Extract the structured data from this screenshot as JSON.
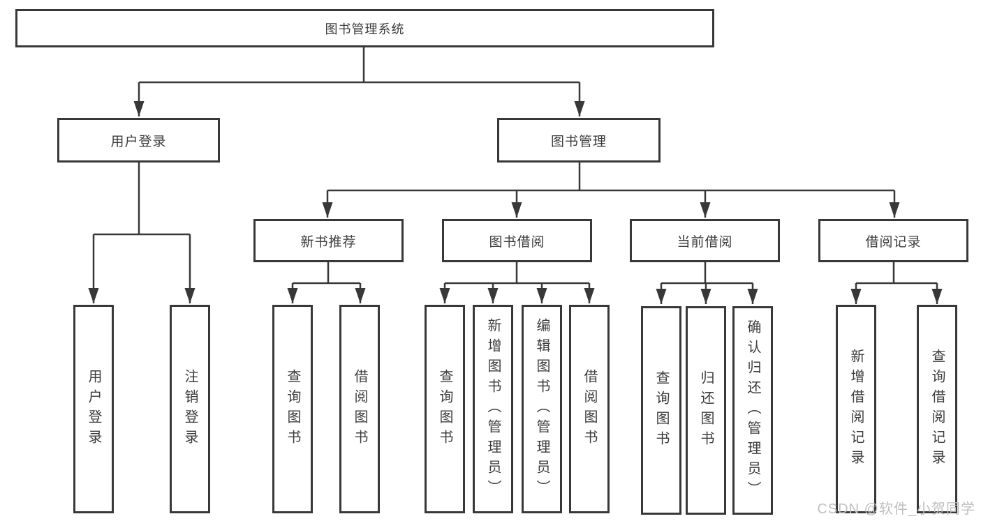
{
  "diagram": {
    "root": {
      "label": "图书管理系统"
    },
    "branches": [
      {
        "label": "用户登录",
        "children": [
          {
            "label": "用户登录"
          },
          {
            "label": "注销登录"
          }
        ]
      },
      {
        "label": "图书管理",
        "children": [
          {
            "label": "新书推荐",
            "children": [
              {
                "label": "查询图书"
              },
              {
                "label": "借阅图书"
              }
            ]
          },
          {
            "label": "图书借阅",
            "children": [
              {
                "label": "查询图书"
              },
              {
                "label": "新增图书（管理员）"
              },
              {
                "label": "编辑图书（管理员）"
              },
              {
                "label": "借阅图书"
              }
            ]
          },
          {
            "label": "当前借阅",
            "children": [
              {
                "label": "查询图书"
              },
              {
                "label": "归还图书"
              },
              {
                "label": "确认归还（管理员）"
              }
            ]
          },
          {
            "label": "借阅记录",
            "children": [
              {
                "label": "新增借阅记录"
              },
              {
                "label": "查询借阅记录"
              }
            ]
          }
        ]
      }
    ]
  },
  "watermark": {
    "text": "CSDN @软件_小贺同学"
  },
  "colors": {
    "line": "#383838",
    "text": "#3d3d3d",
    "background": "#ffffff",
    "watermark": "#bfbfbf"
  }
}
